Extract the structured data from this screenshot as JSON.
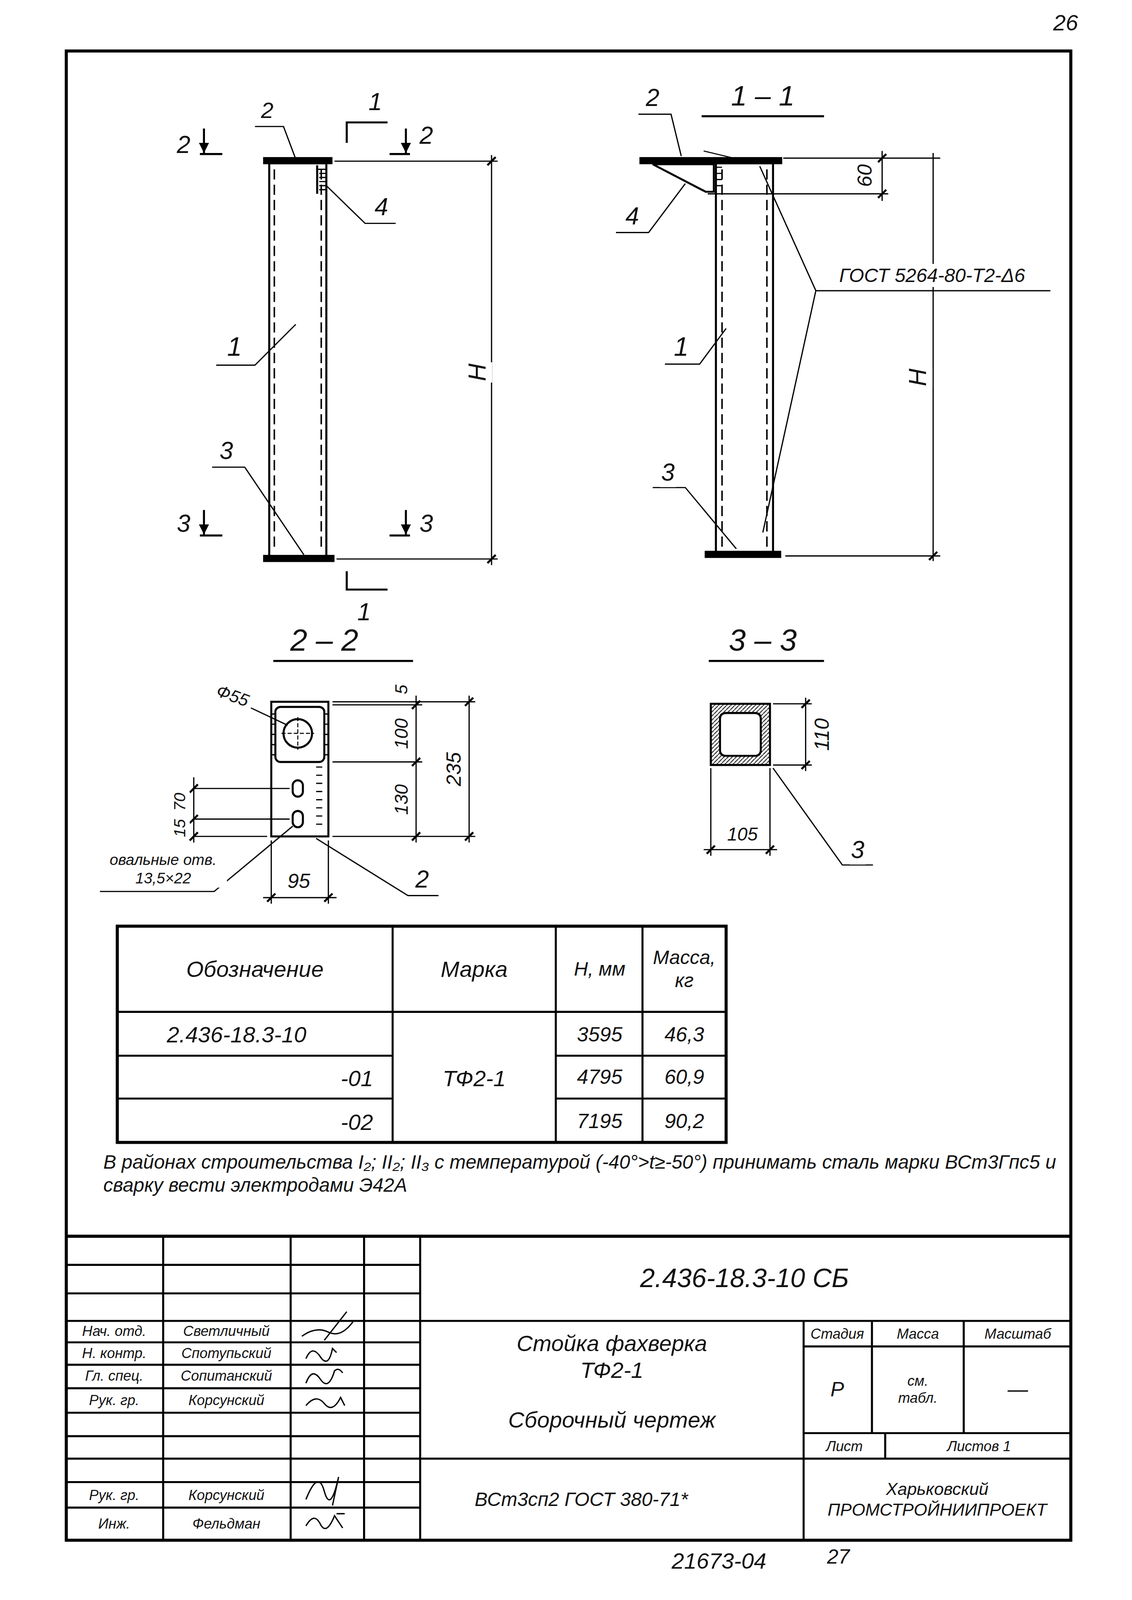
{
  "diagram": {
    "labels": [
      "26",
      "2",
      "2",
      "1",
      "2",
      "4",
      "1",
      "H",
      "3",
      "3",
      "3",
      "1",
      "2",
      "1 – 1",
      "60",
      "4",
      "ГОСТ 5264-80-Т2-Δ6",
      "1",
      "H",
      "3",
      "2 – 2",
      "Ф55",
      "5",
      "100",
      "235",
      "130",
      "70",
      "15",
      "овальные отв. 13,5×22",
      "95",
      "2",
      "3 – 3",
      "110",
      "105",
      "3",
      "Обозначение",
      "Марка",
      "H, мм",
      "Масса, кг",
      "2.436-18.3-10",
      "-01",
      "ТФ2-1",
      "-02",
      "3595",
      "46,3",
      "4795",
      "60,9",
      "7195",
      "90,2",
      "В районах строительства I₂; II₂; II₃ с температурой (-40°>t≥-50°) принимать сталь марки ВСт3Гпс5 и сварку вести электродами Э42А",
      "2.436-18.3-10 СБ",
      "Нач. отд.",
      "Светличный",
      "Н. контр.",
      "Спотупьский",
      "Гл. спец.",
      "Сопитанский",
      "Рук. гр.",
      "Корсунский",
      "Рук. гр.",
      "Корсунский",
      "Инж.",
      "Фельдман",
      "Стойка фахверка ТФ2-1",
      "Сборочный чертеж",
      "Стадия",
      "Масса",
      "Масштаб",
      "Р",
      "см. табл.",
      "—",
      "Лист",
      "Листов 1",
      "ВСт3сп2 ГОСТ 380-71*",
      "Харьковский ПРОМСТРОЙНИИПРОЕКТ",
      "21673-04",
      "27"
    ]
  }
}
